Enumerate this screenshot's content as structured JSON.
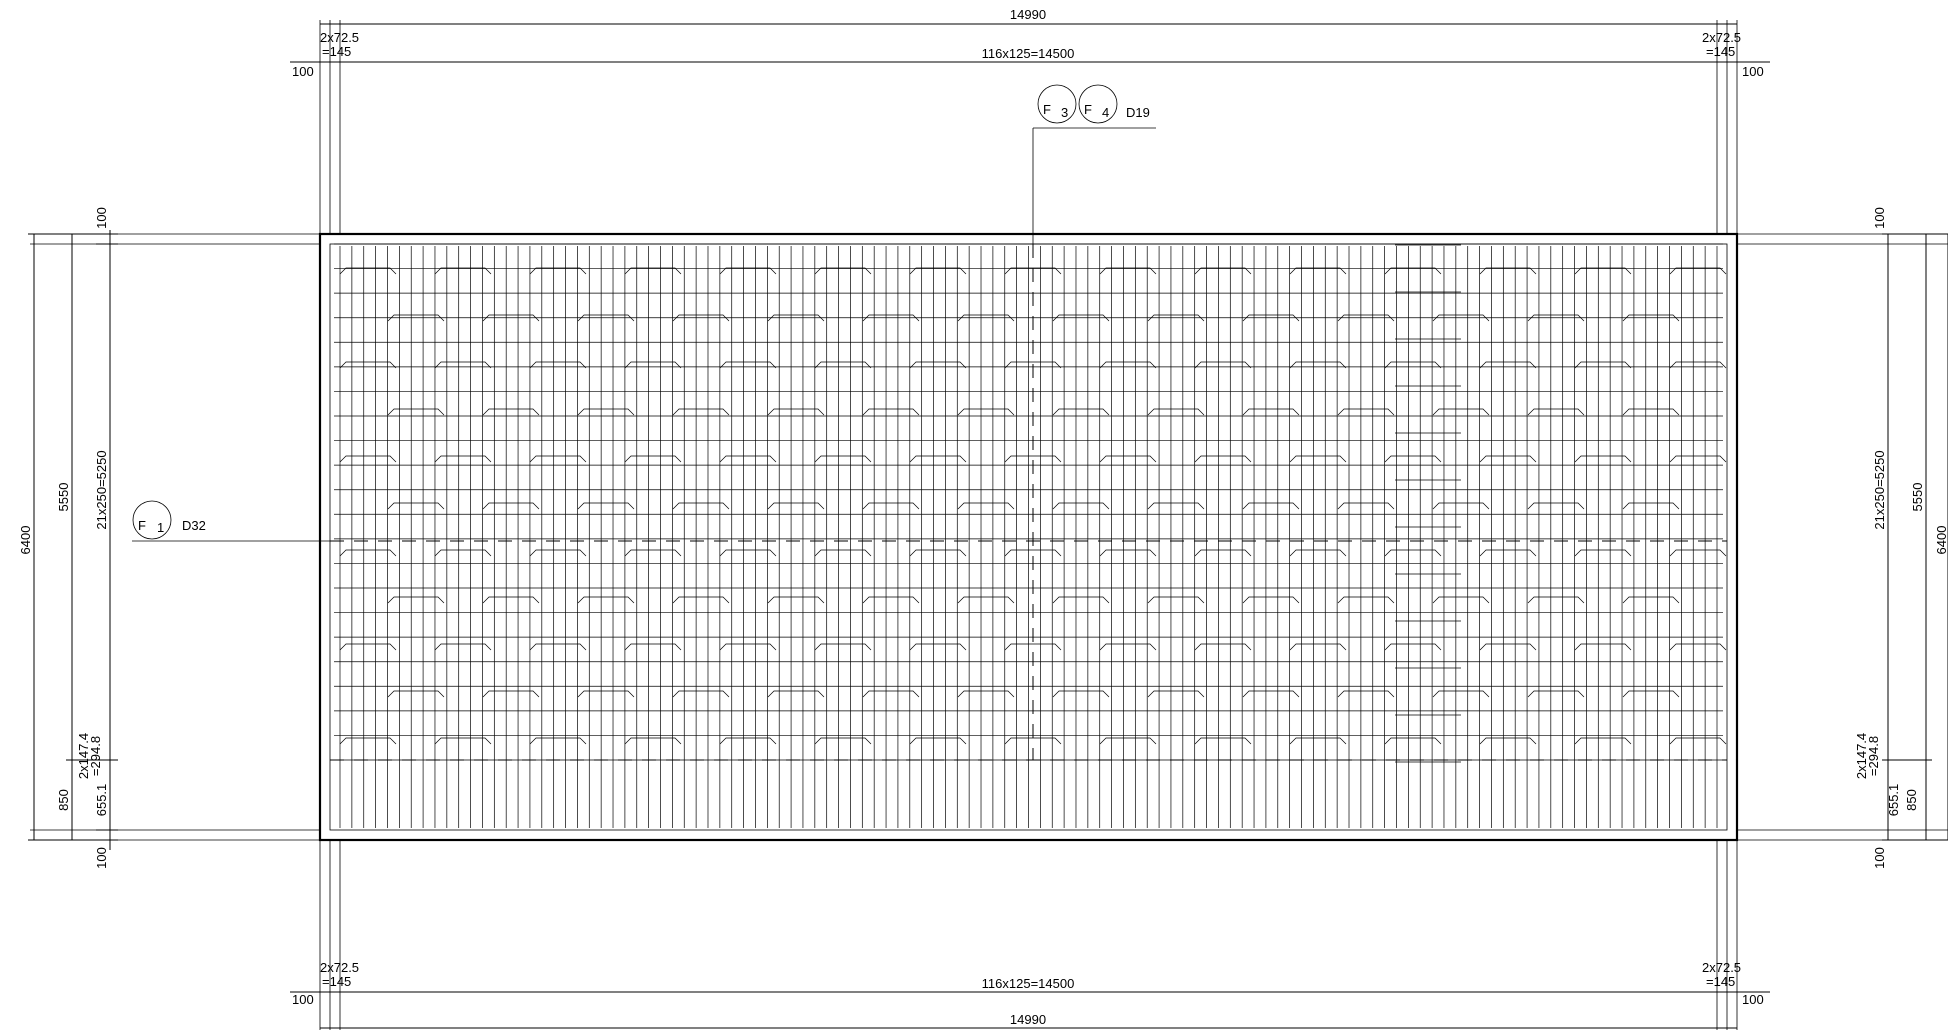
{
  "drawing": {
    "dims": {
      "overall_top": "14990",
      "overall_bottom": "14990",
      "spacing_top": "116x125=14500",
      "spacing_bottom": "116x125=14500",
      "edge_a": "2x72.5",
      "edge_b": "=145",
      "cover_100": "100",
      "left_total": "6400",
      "left_5550": "5550",
      "left_850": "850",
      "left_spacing": "21x250=5250",
      "left_65": "655.1",
      "left_147": "2x147.4",
      "left_294": "=294.8",
      "right_spacing": "21x250=5250",
      "right_5550": "5550",
      "right_850": "850",
      "right_65": "655.1",
      "right_147": "2x147.4",
      "right_294": "=294.8",
      "right_total": "6400"
    },
    "callouts": {
      "f1_letter": "F",
      "f1_sub": "1",
      "f1_size": "D32",
      "f3_letter": "F",
      "f3_sub": "3",
      "f4_letter": "F",
      "f4_sub": "4",
      "f34_size": "D19"
    }
  }
}
